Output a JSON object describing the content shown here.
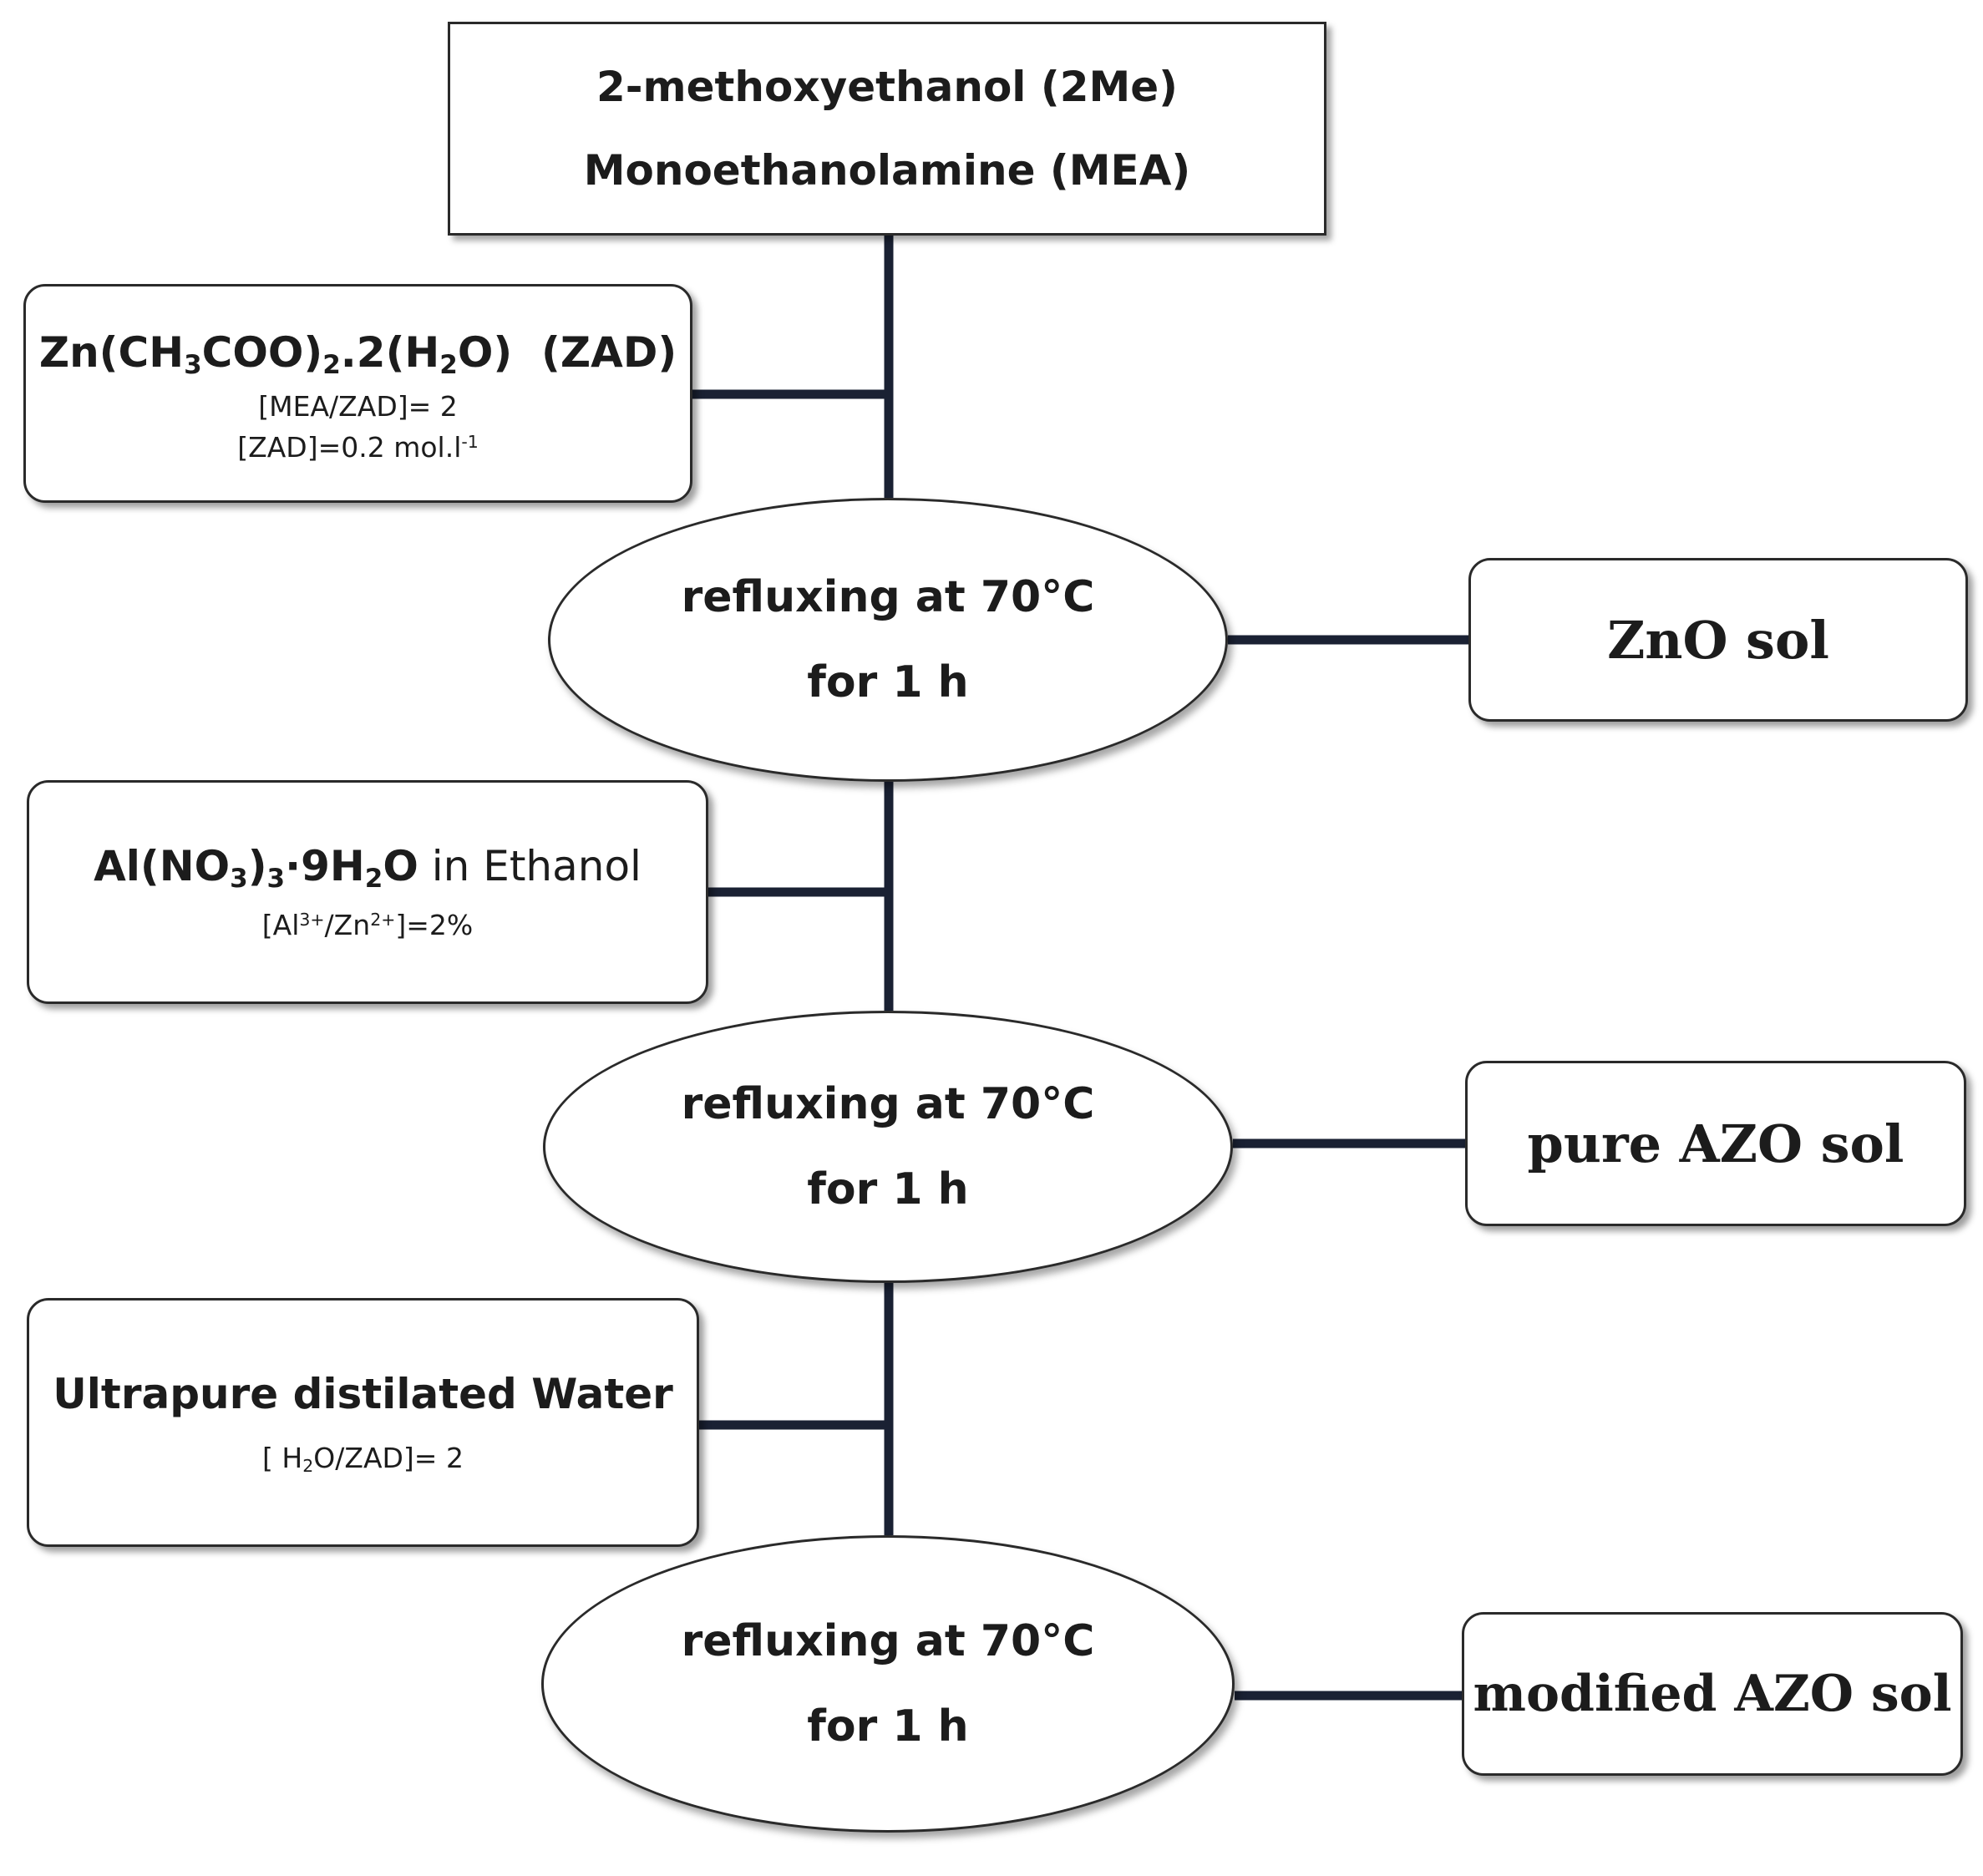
{
  "start": {
    "line1": "2-methoxyethanol (2Me)",
    "line2": "Monoethanolamine (MEA)"
  },
  "reagents": [
    {
      "title_parts": [
        {
          "t": "Zn(CH"
        },
        {
          "t": "3",
          "s": "sub"
        },
        {
          "t": "COO)"
        },
        {
          "t": "2",
          "s": "sub"
        },
        {
          "t": ".2(H"
        },
        {
          "t": "2",
          "s": "sub"
        },
        {
          "t": "O)  (ZAD)"
        }
      ],
      "lines": [
        [
          {
            "t": "[MEA/ZAD]= 2"
          }
        ],
        [
          {
            "t": "[ZAD]=0.2 mol.l"
          },
          {
            "t": "-1",
            "s": "sup"
          }
        ]
      ]
    },
    {
      "title_parts": [
        {
          "t": "Al(NO"
        },
        {
          "t": "3",
          "s": "sub"
        },
        {
          "t": ")"
        },
        {
          "t": "3",
          "s": "sub"
        },
        {
          "t": "·9H"
        },
        {
          "t": "2",
          "s": "sub"
        },
        {
          "t": "O"
        },
        {
          "t": " in Ethanol",
          "s": "normal"
        }
      ],
      "lines": [
        [
          {
            "t": "[Al"
          },
          {
            "t": "3+",
            "s": "sup"
          },
          {
            "t": "/Zn"
          },
          {
            "t": "2+",
            "s": "sup"
          },
          {
            "t": "]=2%"
          }
        ]
      ]
    },
    {
      "title_parts": [
        {
          "t": "Ultrapure distilated Water"
        }
      ],
      "lines": [
        [
          {
            "t": "[ H"
          },
          {
            "t": "2",
            "s": "sub"
          },
          {
            "t": "O/ZAD]= 2"
          }
        ]
      ]
    }
  ],
  "steps": [
    {
      "line1": "refluxing at 70°C",
      "line2": "for 1 h"
    },
    {
      "line1": "refluxing at 70°C",
      "line2": "for 1 h"
    },
    {
      "line1": "refluxing at 70°C",
      "line2": "for 1 h"
    }
  ],
  "products": [
    "ZnO sol",
    "pure AZO sol",
    "modified AZO sol"
  ],
  "colors": {
    "line": "#1a2133",
    "border": "#2a2a2a",
    "text": "#1c1c1c"
  }
}
